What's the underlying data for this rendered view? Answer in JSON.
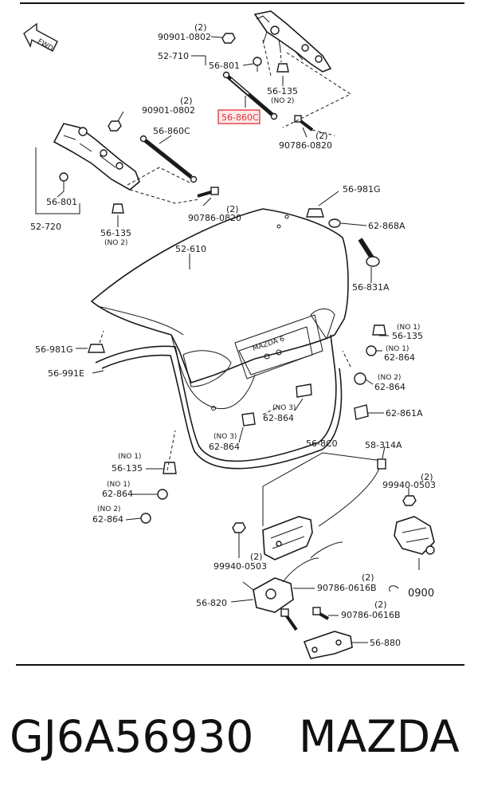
{
  "fwd_badge": "FWD",
  "labels": {
    "l01": "90901-0802",
    "l01q": "(2)",
    "l02": "52-710",
    "l03": "56-801",
    "l04": "56-135",
    "l04n": "(NO 2)",
    "l05": "56-860C",
    "l06": "90786-0820",
    "l06q": "(2)",
    "l07": "90901-0802",
    "l07q": "(2)",
    "l08": "56-860C",
    "l09": "56-801",
    "l10": "52-720",
    "l11": "56-135",
    "l11n": "(NO 2)",
    "l12": "90786-0820",
    "l12q": "(2)",
    "l13": "56-981G",
    "l14": "62-868A",
    "l15": "52-610",
    "l16": "56-831A",
    "l17": "56-981G",
    "l18n": "(NO 1)",
    "l18": "56-135",
    "l19n": "(NO 1)",
    "l19": "62-864",
    "l20": "56-991E",
    "l21n": "(NO 2)",
    "l21": "62-864",
    "l22n": "(NO 3)",
    "l22": "62-864",
    "l23": "62-861A",
    "l24n": "(NO 3)",
    "l24": "62-864",
    "l25": "56-8C0",
    "l26": "58-314A",
    "l27n": "(NO 1)",
    "l27": "56-135",
    "l28q": "(2)",
    "l28": "99940-0503",
    "l29n": "(NO 1)",
    "l29": "62-864",
    "l30n": "(NO 2)",
    "l30": "62-864",
    "l31q": "(2)",
    "l31": "99940-0503",
    "l32q": "(2)",
    "l32": "90786-0616B",
    "l33": "0900",
    "l34": "56-820",
    "l35q": "(2)",
    "l35": "90786-0616B",
    "l36": "56-880"
  },
  "footer": {
    "part_number": "GJ6A56930",
    "brand": "MAZDA"
  },
  "colors": {
    "highlight": "#e0333a",
    "ink": "#1a1a1a"
  }
}
